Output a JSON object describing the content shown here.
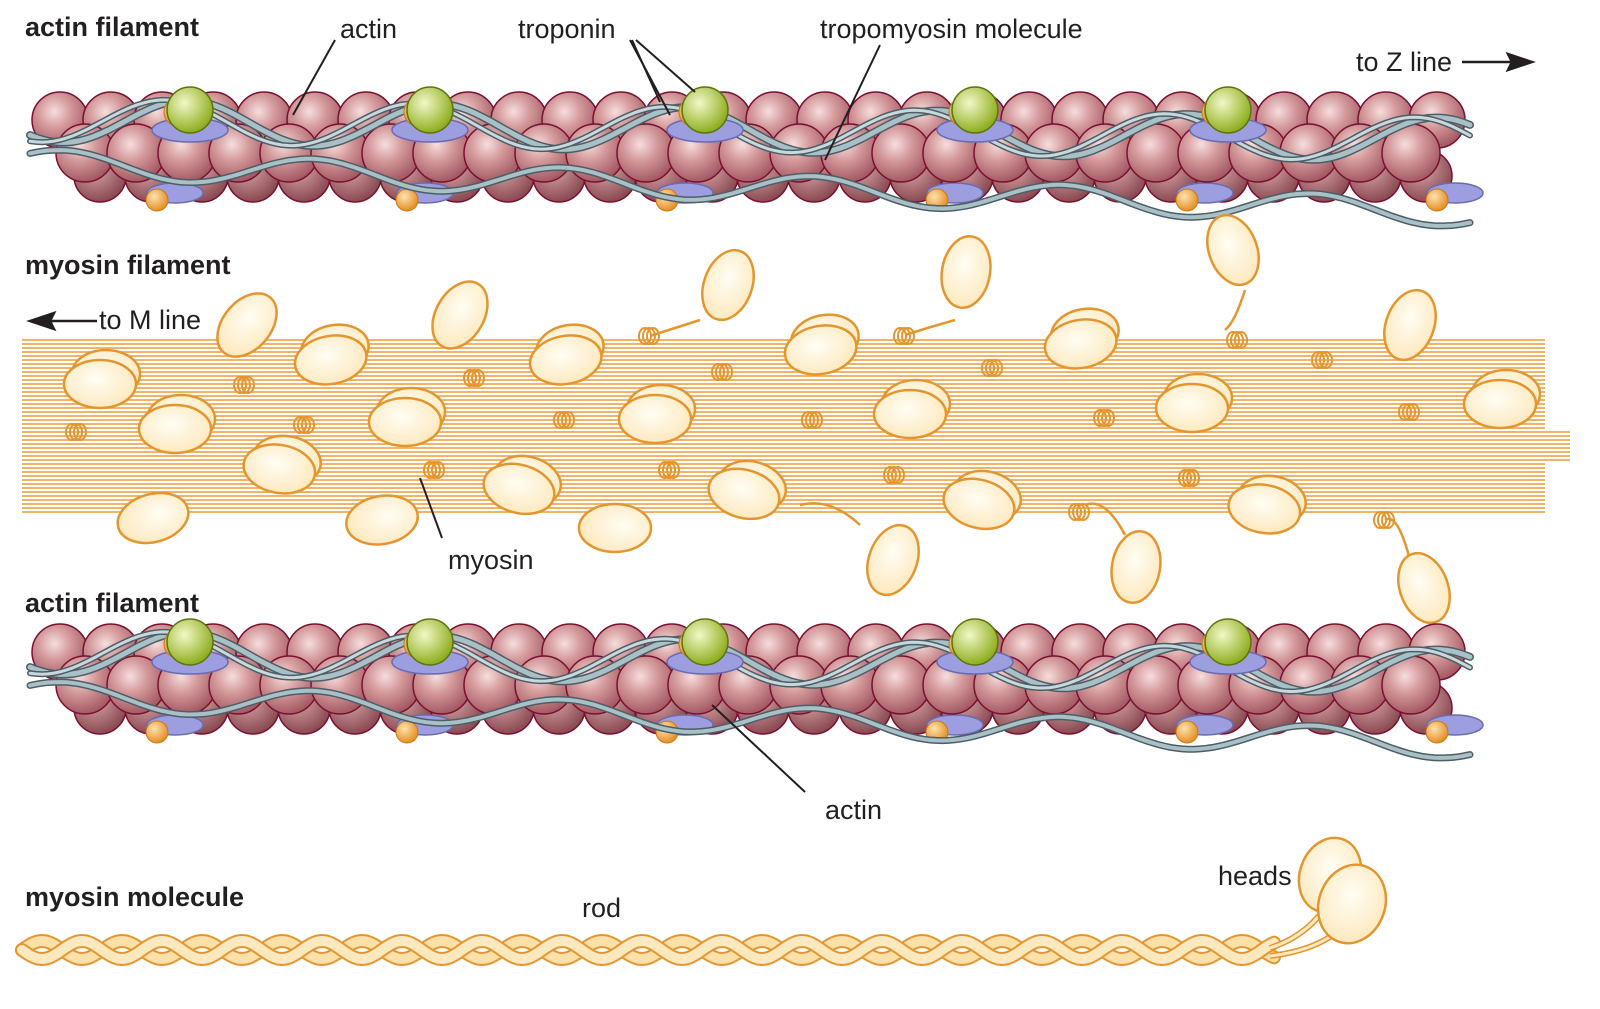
{
  "sections": {
    "actin_top": "actin filament",
    "myosin_filament": "myosin filament",
    "actin_bottom": "actin filament",
    "myosin_molecule": "myosin molecule"
  },
  "labels": {
    "actin_top": "actin",
    "troponin": "troponin",
    "tropomyosin": "tropomyosin molecule",
    "to_z_line": "to Z line",
    "to_m_line": "to M line",
    "myosin": "myosin",
    "actin_bottom": "actin",
    "heads": "heads",
    "rod": "rod"
  },
  "colors": {
    "actin": "#c27a7e",
    "actin_outline": "#7a1030",
    "tropomyosin": "#a9c0c6",
    "troponin_c": "#b9d33c",
    "troponin_i": "#f0a43a",
    "troponin_t": "#9c9ee0",
    "myosin_rod": "#f0a850",
    "myosin_head": "#fff2cc",
    "myosin_outline": "#e3962f"
  }
}
